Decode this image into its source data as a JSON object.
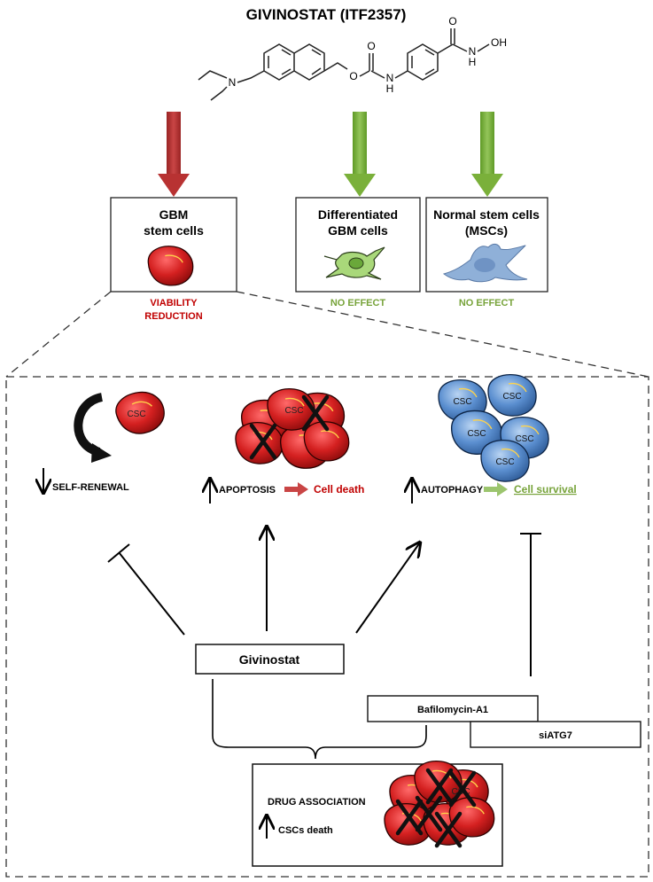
{
  "title": "GIVINOSTAT (ITF2357)",
  "molecule": {
    "atoms": {
      "n": "N",
      "o_ester": "O",
      "o_carbonyl": "O",
      "nh": "N",
      "h": "H",
      "o_hydroxamic_carbonyl": "O",
      "nh2": "N",
      "h2": "H",
      "oh": "OH"
    }
  },
  "targets": [
    {
      "label_line1": "GBM",
      "label_line2": "stem cells",
      "effect_line1": "VIABILITY",
      "effect_line2": "REDUCTION",
      "arrow_color": "#b83232",
      "effect_color": "#c00000"
    },
    {
      "label_line1": "Differentiated",
      "label_line2": "GBM cells",
      "effect_line1": "NO EFFECT",
      "effect_line2": "",
      "arrow_color": "#7ab03a",
      "effect_color": "#77a33a"
    },
    {
      "label_line1": "Normal stem cells",
      "label_line2": "(MSCs)",
      "effect_line1": "NO EFFECT",
      "effect_line2": "",
      "arrow_color": "#7ab03a",
      "effect_color": "#77a33a"
    }
  ],
  "mechanisms": {
    "self_renewal": {
      "label": "SELF-RENEWAL",
      "cell_label": "CSC"
    },
    "apoptosis": {
      "label": "APOPTOSIS",
      "outcome": "Cell death",
      "cell_label": "CSC",
      "outcome_color": "#c00000"
    },
    "autophagy": {
      "label": "AUTOPHAGY",
      "outcome": "Cell survival",
      "cell_label": "CSC",
      "outcome_color": "#77a33a"
    }
  },
  "drugs": {
    "givinostat": "Givinostat",
    "bafilomycin": "Bafilomycin-A1",
    "siatg7": "siATG7"
  },
  "association": {
    "label": "DRUG ASSOCIATION",
    "outcome": "CSCs death",
    "cell_label": "CSC"
  },
  "colors": {
    "csc_red": "#d42020",
    "csc_blue": "#5b8fd0",
    "diff_cell_green": "#9bd06a",
    "msc_blue": "#8fb0d8"
  }
}
